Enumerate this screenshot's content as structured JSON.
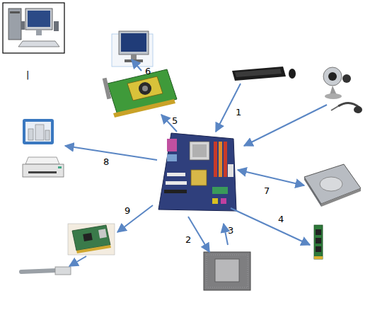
{
  "diagram": {
    "labels": [
      "6",
      "|",
      "1",
      "5",
      "8",
      "7",
      "9",
      "4",
      "3",
      "2"
    ]
  }
}
